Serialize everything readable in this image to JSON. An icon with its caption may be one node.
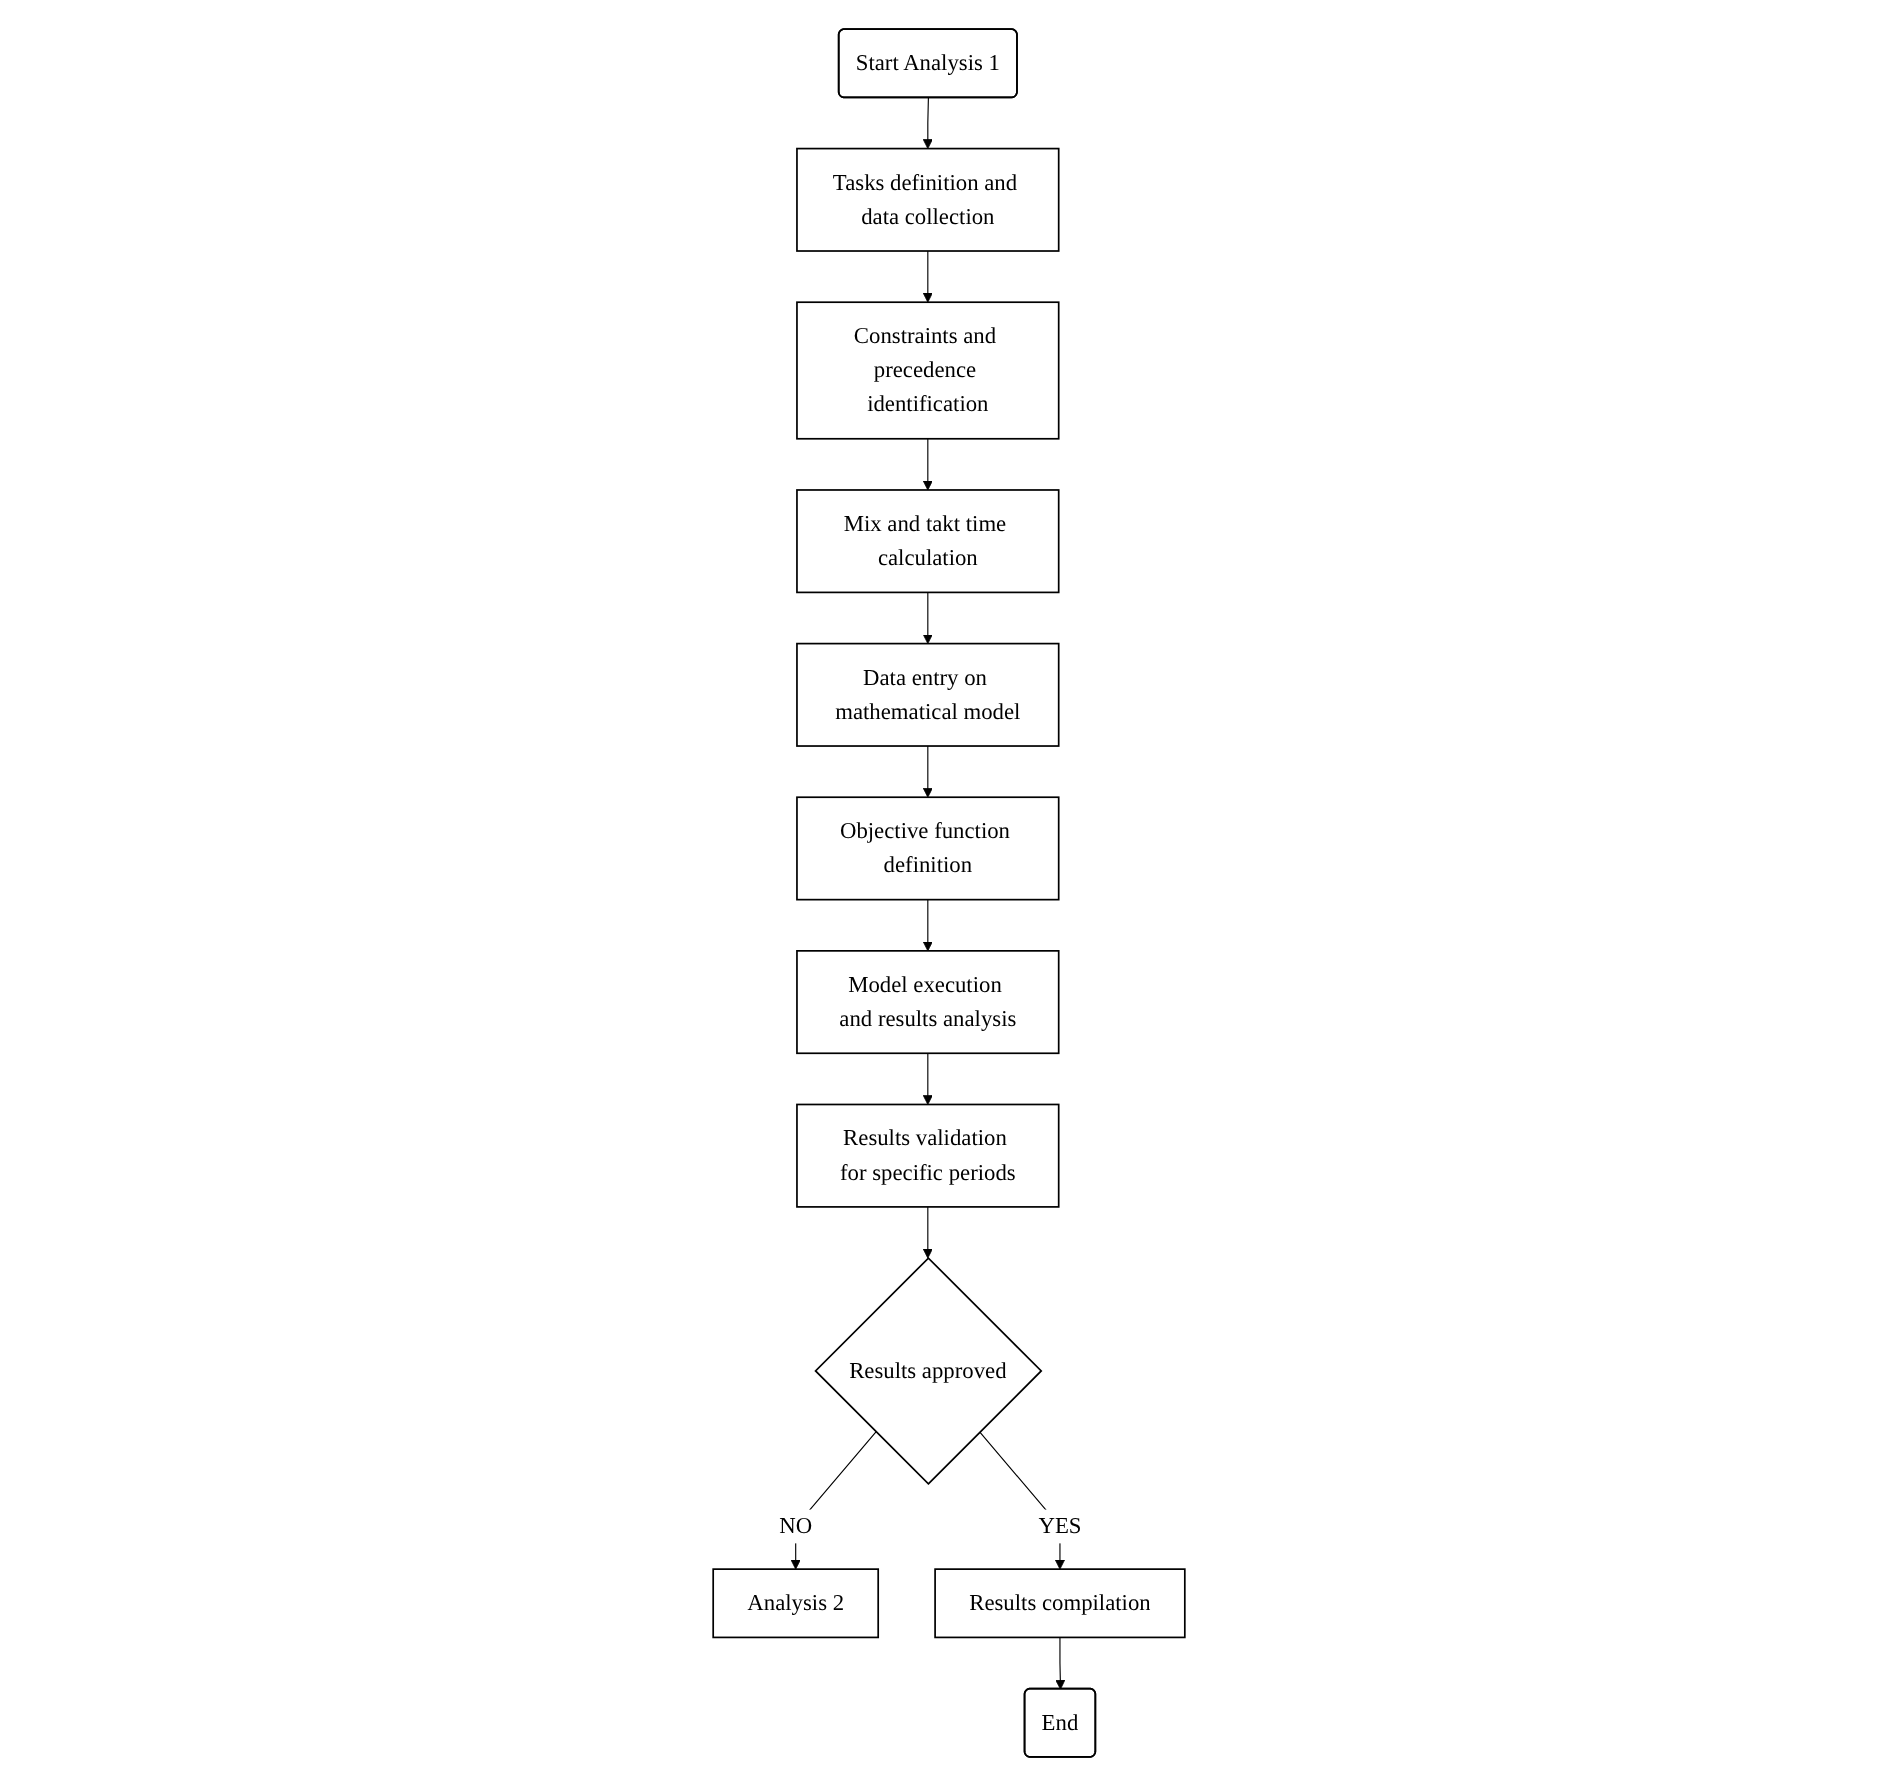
{
  "diagram": {
    "nodes": [
      {
        "text": [
          "Start Analysis 1"
        ]
      },
      {
        "text": [
          "Analysis 2"
        ]
      },
      {
        "text": [
          "Tasks definition and data collection"
        ]
      },
      {
        "text": [
          "Results approved"
        ]
      },
      {
        "text": [
          "Results compilation"
        ]
      },
      {
        "text": [
          "Constraints and precedence identification"
        ]
      },
      {
        "text": [
          "Results validation for specific periods"
        ]
      },
      {
        "text": [
          "End"
        ]
      },
      {
        "text": [
          "Mix and takt time calculation"
        ]
      },
      {
        "text": [
          "Model execution and results analysis"
        ]
      },
      {
        "text": [
          "Data entry on mathematical model"
        ]
      },
      {
        "text": [
          "Objective function definition"
        ]
      }
    ],
    "edges": [
      {
        "from": 0,
        "to": 2,
        "arrow": "to"
      },
      {
        "from": 2,
        "to": 5,
        "arrow": "to"
      },
      {
        "from": 5,
        "to": 8,
        "arrow": "to"
      },
      {
        "from": 8,
        "to": 10,
        "arrow": "to"
      },
      {
        "from": 10,
        "to": 11,
        "arrow": "to"
      },
      {
        "from": 11,
        "to": 9,
        "arrow": "to"
      },
      {
        "from": 9,
        "to": 6,
        "arrow": "to"
      },
      {
        "from": 6,
        "to": 3,
        "arrow": "to"
      },
      {
        "from": 3,
        "to": 1,
        "arrow": "to",
        "label": "NO"
      },
      {
        "from": 3,
        "to": 4,
        "arrow": "to",
        "label": "YES"
      },
      {
        "from": 4,
        "to": 7,
        "arrow": "to"
      }
    ]
  }
}
